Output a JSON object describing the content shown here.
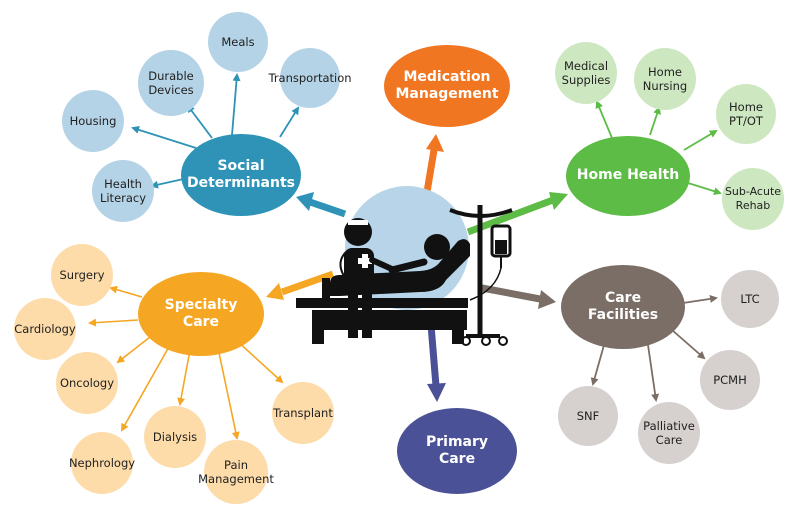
{
  "colors": {
    "social": "#2e93b6",
    "social_leaf": "#b5d3e6",
    "medication": "#f07622",
    "home_health": "#5cbc45",
    "home_leaf": "#cde8c1",
    "specialty": "#f5a623",
    "specialty_leaf": "#fddcaa",
    "care_facilities": "#7a6e66",
    "facilities_leaf": "#d6d1cf",
    "primary": "#4b5196",
    "patient_backdrop": "#b7d4e8",
    "silhouette": "#111111"
  },
  "central_icon": "patient-in-bed-with-doctor-and-iv-drip-icon",
  "hubs": {
    "social": "Social\nDeterminants",
    "medication": "Medication\nManagement",
    "home_health": "Home Health",
    "specialty": "Specialty\nCare",
    "care_facilities": "Care\nFacilities",
    "primary": "Primary\nCare"
  },
  "leaves": {
    "social": {
      "housing": "Housing",
      "durable_devices": "Durable\nDevices",
      "meals": "Meals",
      "transportation": "Transportation",
      "health_literacy": "Health\nLiteracy"
    },
    "home_health": {
      "medical_supplies": "Medical\nSupplies",
      "home_nursing": "Home\nNursing",
      "home_ptot": "Home\nPT/OT",
      "subacute_rehab": "Sub-Acute\nRehab"
    },
    "specialty": {
      "surgery": "Surgery",
      "cardiology": "Cardiology",
      "oncology": "Oncology",
      "nephrology": "Nephrology",
      "dialysis": "Dialysis",
      "pain_management": "Pain\nManagement",
      "transplant": "Transplant"
    },
    "care_facilities": {
      "ltc": "LTC",
      "pcmh": "PCMH",
      "palliative_care": "Palliative\nCare",
      "snf": "SNF"
    }
  }
}
